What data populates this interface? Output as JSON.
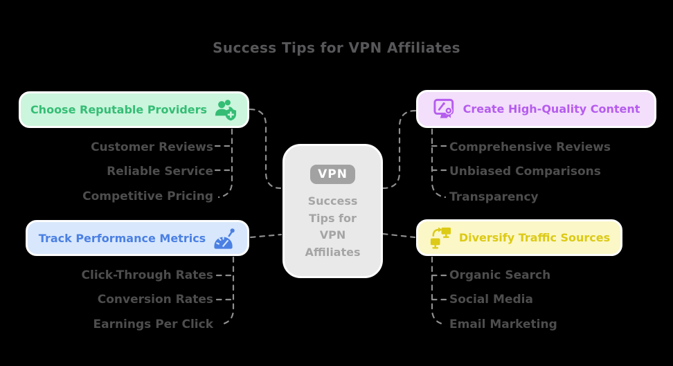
{
  "title": "Success Tips for VPN Affiliates",
  "center": {
    "badge": "VPN",
    "lines": [
      "Success",
      "Tips for",
      "VPN",
      "Affiliates"
    ]
  },
  "branches": [
    {
      "label": "Choose Reputable Providers",
      "icon": "user-group-shield-plus-icon",
      "text_color": "#35bd75",
      "bg_color": "#cbf5dc",
      "children": [
        "Customer Reviews",
        "Reliable Service",
        "Competitive Pricing"
      ]
    },
    {
      "label": "Track Performance Metrics",
      "icon": "gauge-icon",
      "text_color": "#4b80e3",
      "bg_color": "#d8e7fc",
      "children": [
        "Click-Through Rates",
        "Conversion Rates",
        "Earnings Per Click"
      ]
    },
    {
      "label": "Create High-Quality Content",
      "icon": "monitor-pen-award-icon",
      "text_color": "#b55cee",
      "bg_color": "#f3defb",
      "children": [
        "Comprehensive Reviews",
        "Unbiased Comparisons",
        "Transparency"
      ]
    },
    {
      "label": "Diversify Traffic Sources",
      "icon": "dual-monitors-sync-icon",
      "text_color": "#dcca16",
      "bg_color": "#fbf7c6",
      "children": [
        "Organic Search",
        "Social Media",
        "Email Marketing"
      ]
    }
  ],
  "colors": {
    "background": "#000000",
    "connector": "#8f8f8f",
    "title_text": "#57575a",
    "subitem_text": "#4d4d4d",
    "center_bg": "#e9e9e9",
    "center_text": "#a5a5a5",
    "center_badge_bg": "#a2a2a2",
    "center_badge_text": "#ffffff",
    "node_border": "#ffffff"
  }
}
